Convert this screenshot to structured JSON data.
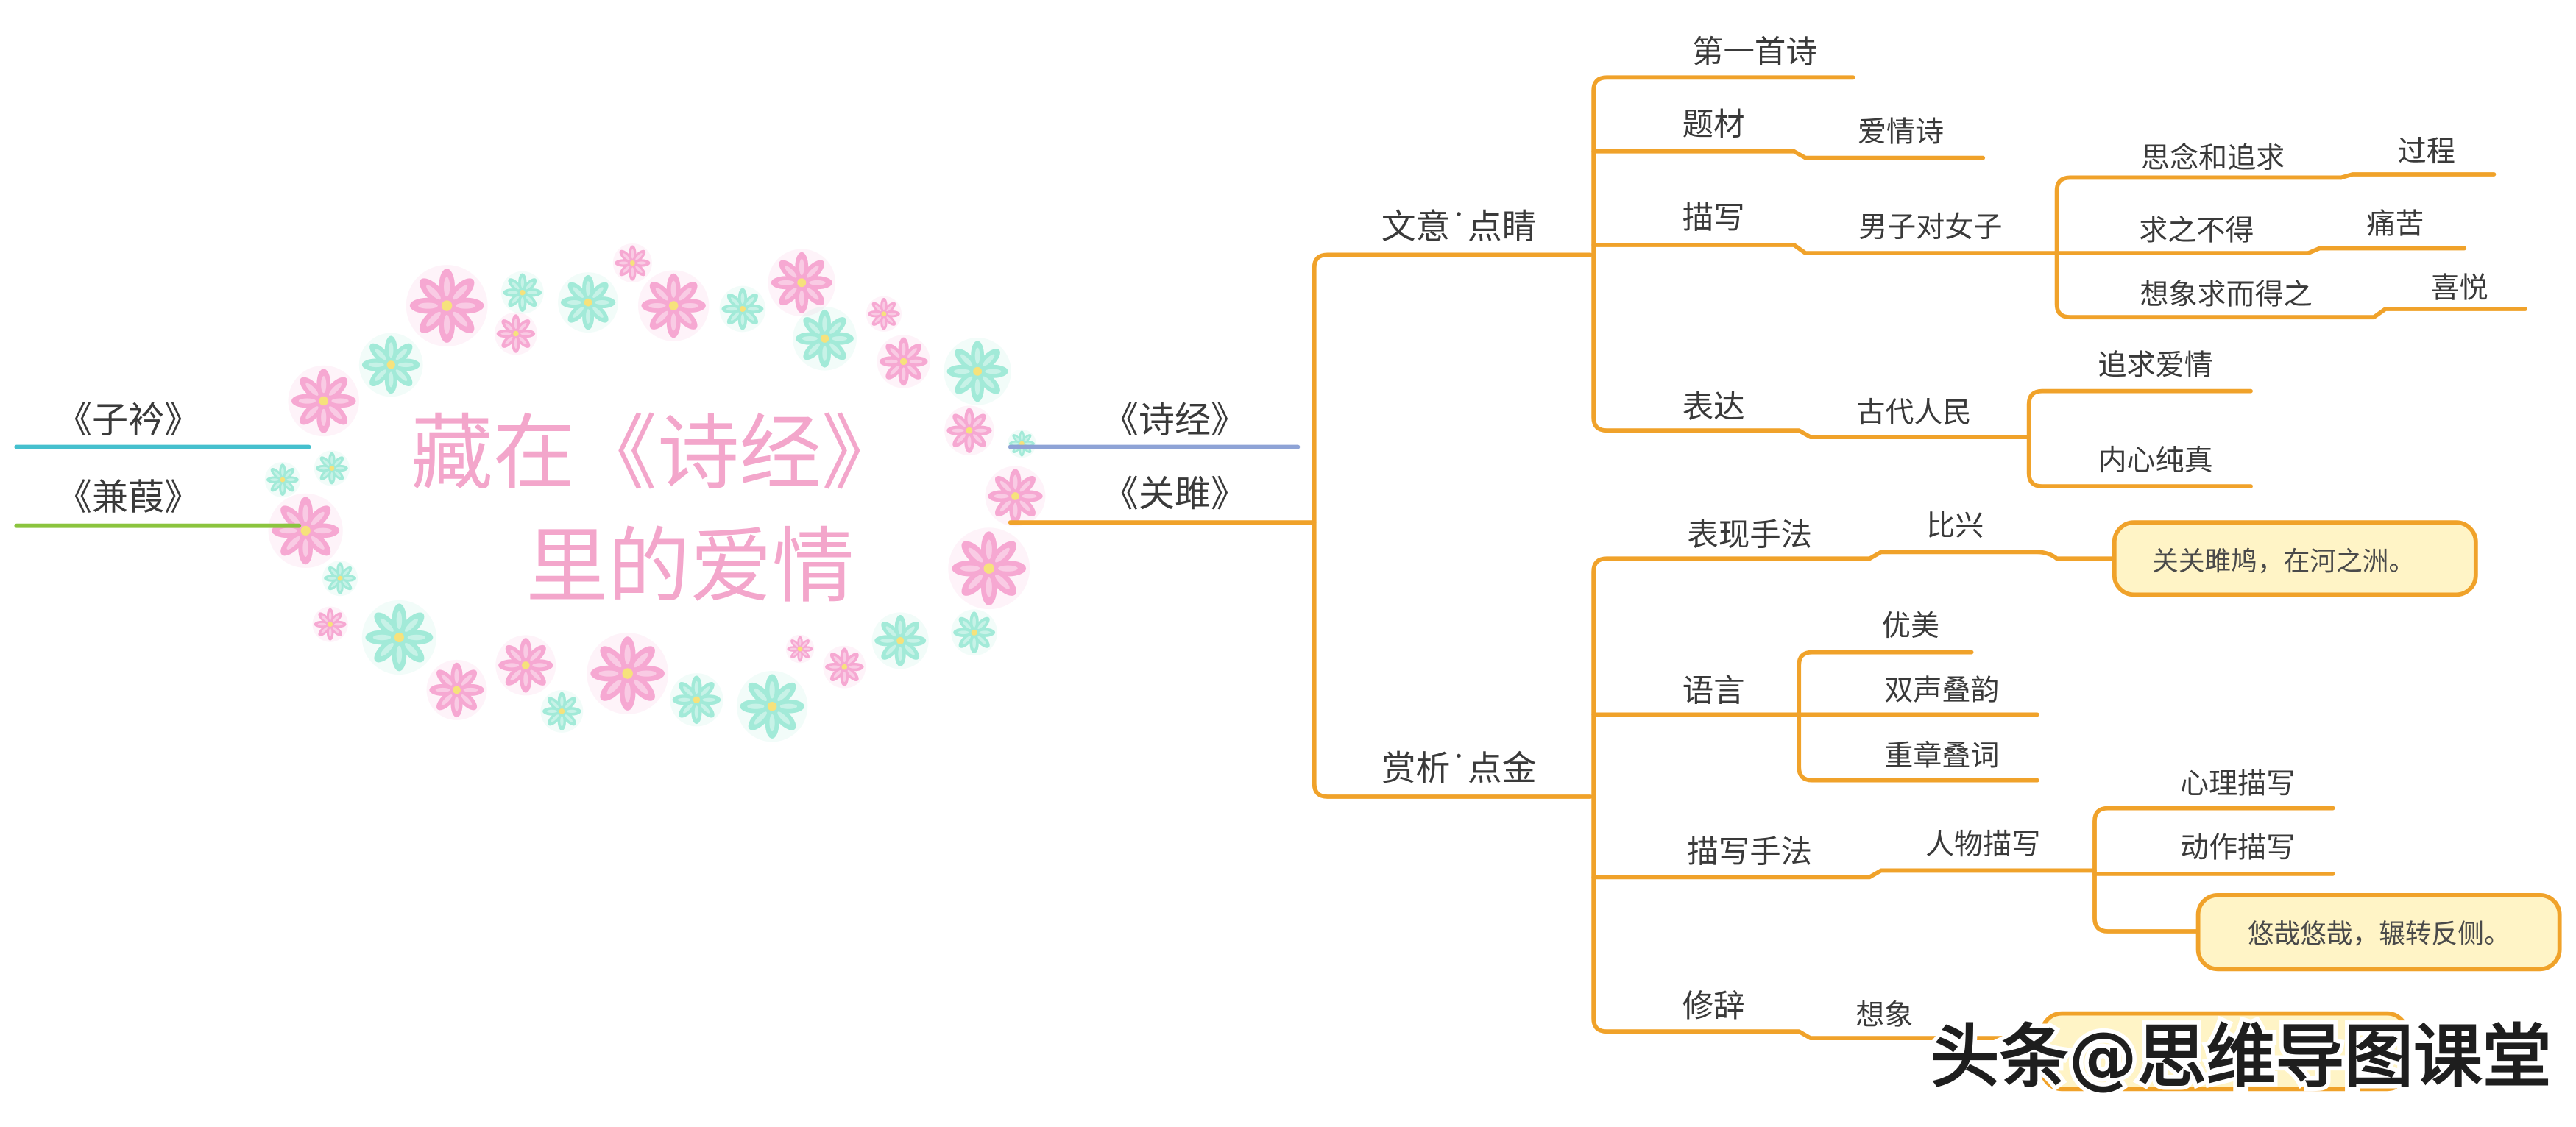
{
  "title": {
    "line1": "藏在《诗经》",
    "line2": "里的爱情"
  },
  "left_branches": [
    {
      "label": "《子衿》"
    },
    {
      "label": "《兼葭》"
    }
  ],
  "shijing": {
    "label": "《诗经》"
  },
  "guanju": {
    "label": "《关雎》",
    "wenyi": {
      "label": "文意˙点睛",
      "first_poem": "第一首诗",
      "theme": {
        "label": "题材",
        "value": "爱情诗"
      },
      "depiction": {
        "label": "描写",
        "subject": "男子对女子",
        "items": [
          {
            "label": "思念和追求",
            "result": "过程"
          },
          {
            "label": "求之不得",
            "result": "痛苦"
          },
          {
            "label": "想象求而得之",
            "result": "喜悦"
          }
        ]
      },
      "expression": {
        "label": "表达",
        "subject": "古代人民",
        "items": [
          "追求爱情",
          "内心纯真"
        ]
      }
    },
    "shangxi": {
      "label": "赏析˙点金",
      "technique": {
        "label": "表现手法",
        "value": "比兴",
        "quote": "关关雎鸠，在河之洲。"
      },
      "language": {
        "label": "语言",
        "items": [
          "优美",
          "双声叠韵",
          "重章叠词"
        ]
      },
      "portrayal": {
        "label": "描写手法",
        "value": "人物描写",
        "items": [
          "心理描写",
          "动作描写"
        ],
        "quote": "悠哉悠哉，辗转反侧。"
      },
      "rhetoric": {
        "label": "修辞",
        "value": "想象"
      }
    }
  },
  "watermark": "头条@思维导图课堂",
  "icons": {
    "wreath": "flower-icon"
  },
  "colors": {
    "zijin_line": "#45C0CE",
    "jianjia_line": "#8BC43E",
    "shijing_line": "#8EA3D6",
    "branch_line": "#F0A22A",
    "callout_fill": "#FFF4C6",
    "title": "#F3A6CB",
    "flower_pink": "#F6A8D2",
    "flower_mint": "#A2EAD8",
    "flower_center": "#F6E27C"
  }
}
